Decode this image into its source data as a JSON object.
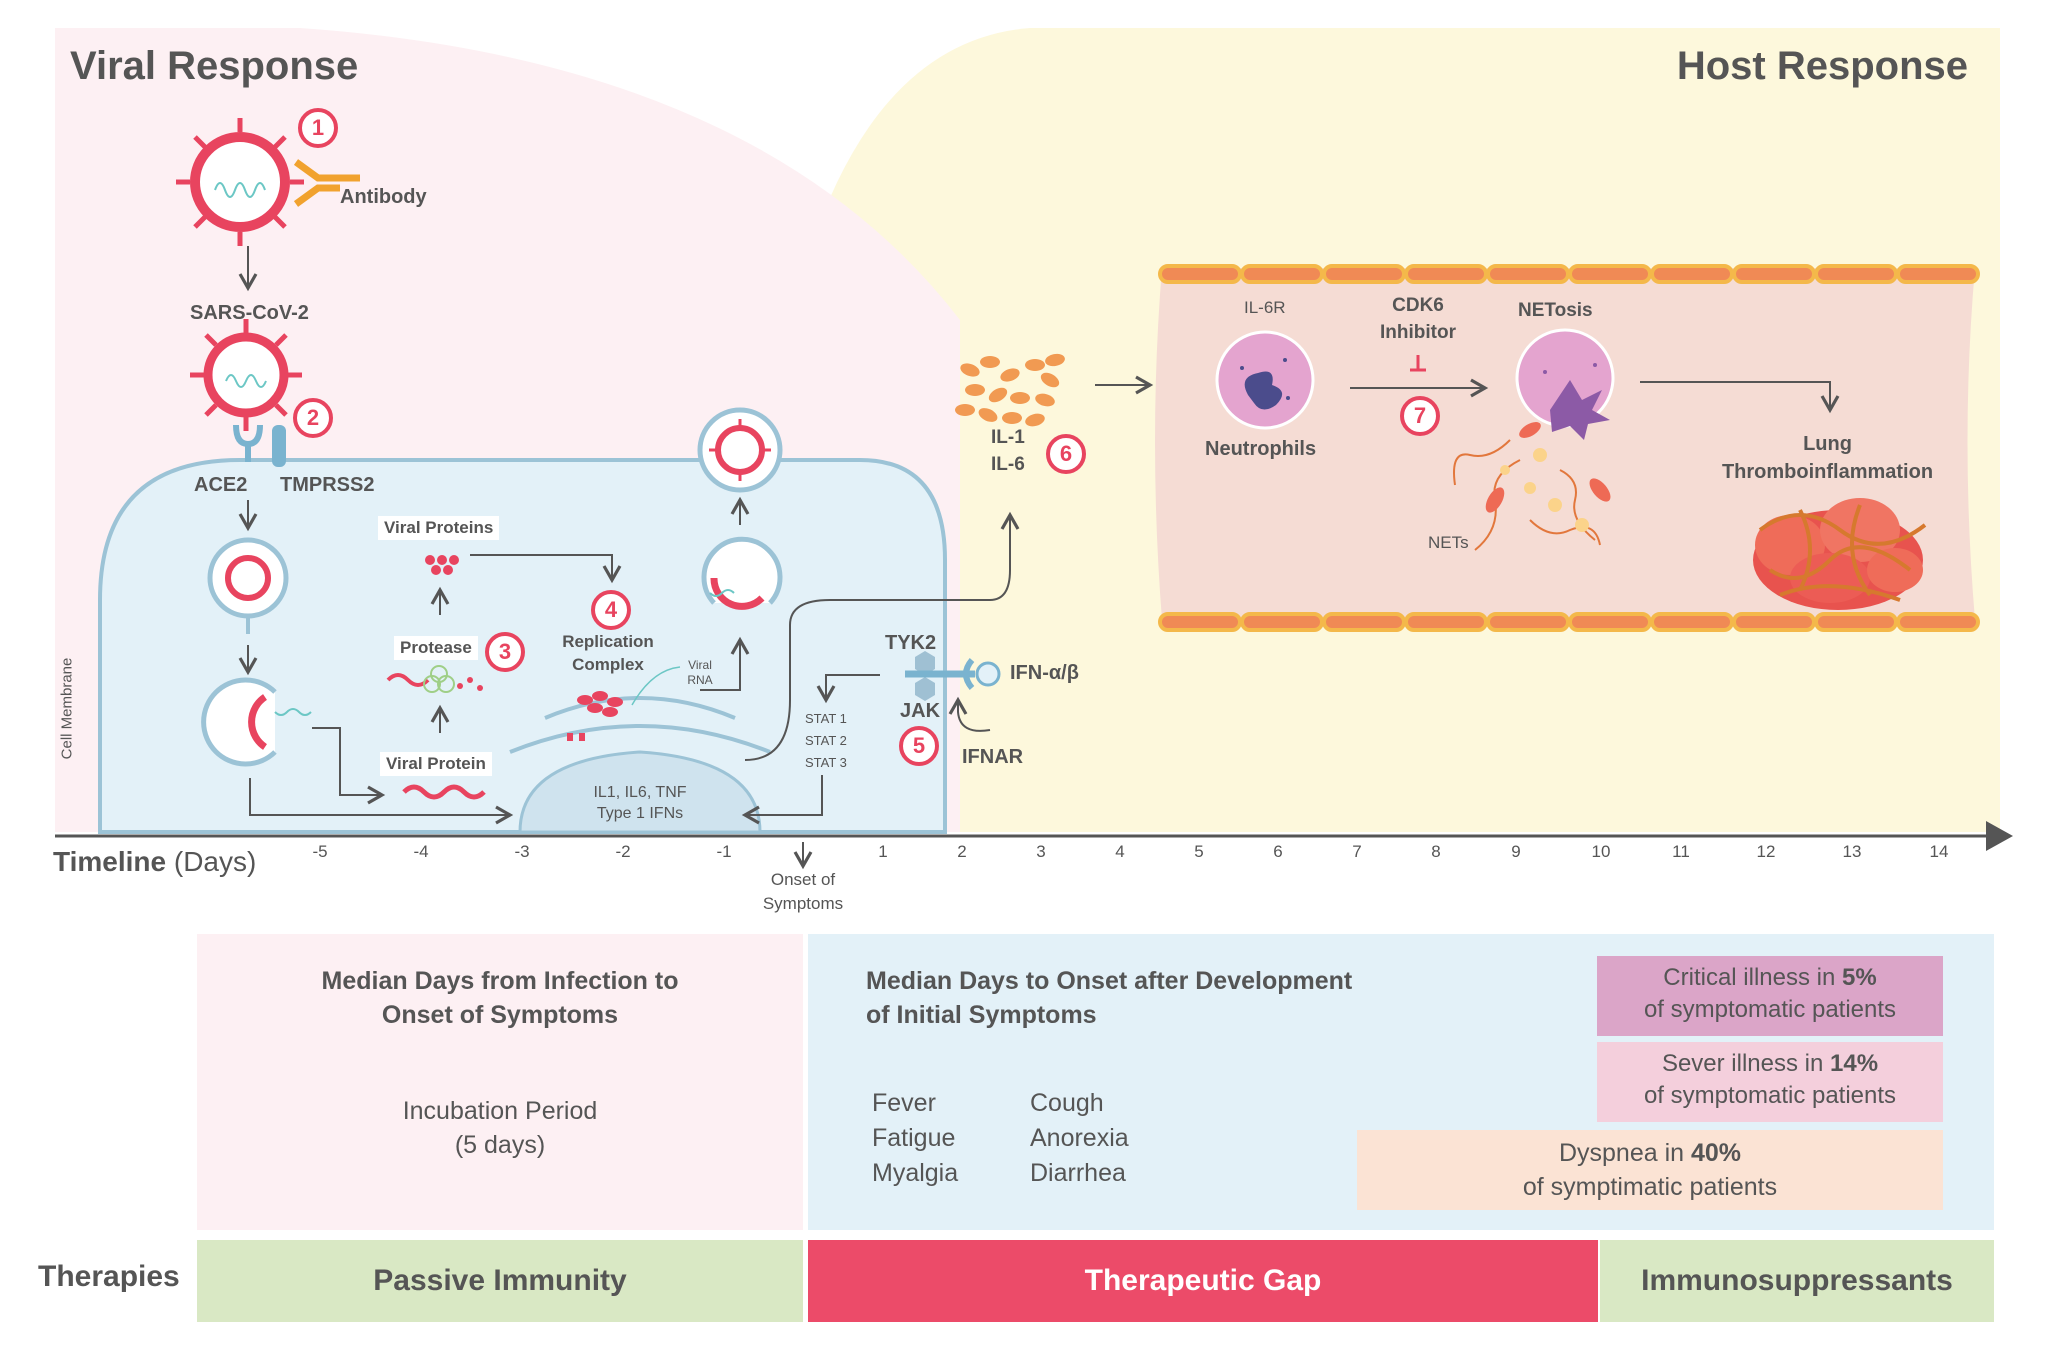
{
  "viral": {
    "title": "Viral Response",
    "antibody": "Antibody",
    "sars": "SARS-CoV-2",
    "ace2": "ACE2",
    "tmprss2": "TMPRSS2",
    "membrane": "Cell Membrane",
    "viral_proteins": "Viral Proteins",
    "protease": "Protease",
    "viral_protein": "Viral Protein",
    "replication_line1": "Replication",
    "replication_line2": "Complex",
    "viral_rna_1": "Viral",
    "viral_rna_2": "RNA",
    "nucleus_line1": "IL1, IL6, TNF",
    "nucleus_line2": "Type 1 IFNs",
    "tyk2": "TYK2",
    "jak": "JAK",
    "stat1": "STAT 1",
    "stat2": "STAT 2",
    "stat3": "STAT 3",
    "ifn": "IFN-α/β",
    "ifnar": "IFNAR",
    "il1": "IL-1",
    "il6": "IL-6"
  },
  "host": {
    "title": "Host Response",
    "il6r": "IL-6R",
    "neutrophils": "Neutrophils",
    "cdk6_line1": "CDK6",
    "cdk6_line2": "Inhibitor",
    "netosis": "NETosis",
    "nets": "NETs",
    "lung_line1": "Lung",
    "lung_line2": "Thromboinflammation"
  },
  "steps": [
    "1",
    "2",
    "3",
    "4",
    "5",
    "6",
    "7"
  ],
  "timeline": {
    "label_bold": "Timeline",
    "label_unit": " (Days)",
    "ticks": [
      "-5",
      "-4",
      "-3",
      "-2",
      "-1",
      "1",
      "2",
      "3",
      "4",
      "5",
      "6",
      "7",
      "8",
      "9",
      "10",
      "11",
      "12",
      "13",
      "14"
    ],
    "onset_line1": "Onset of",
    "onset_line2": "Symptoms"
  },
  "incubation": {
    "heading_line1": "Median Days from Infection to",
    "heading_line2": "Onset of Symptoms",
    "period_line1": "Incubation Period",
    "period_line2": "(5 days)"
  },
  "symptoms": {
    "heading_line1": "Median Days to Onset after Development",
    "heading_line2": "of Initial Symptoms",
    "col1": [
      "Fever",
      "Fatigue",
      "Myalgia"
    ],
    "col2": [
      "Cough",
      "Anorexia",
      "Diarrhea"
    ]
  },
  "severity": {
    "critical_pre": "Critical illness in ",
    "critical_pct": "5%",
    "critical_post": "of symptomatic patients",
    "severe_pre": "Sever illness in ",
    "severe_pct": "14%",
    "severe_post": "of symptomatic patients",
    "dyspnea_pre": "Dyspnea in ",
    "dyspnea_pct": "40%",
    "dyspnea_post": "of symptimatic patients"
  },
  "therapies": {
    "label": "Therapies",
    "passive": "Passive Immunity",
    "gap": "Therapeutic Gap",
    "immuno": "Immunosuppressants"
  },
  "colors": {
    "viral_bg": "#fdf0f3",
    "host_bg": "#fdf8dc",
    "cell_bg": "#e3f1f8",
    "cell_border": "#9cc3d6",
    "virus": "#e8445f",
    "accent_red": "#e8445f",
    "passive_green": "#d9e8c4",
    "gap_red": "#ec4b69",
    "critical": "#dba5c8",
    "severe": "#f4cfdc",
    "dyspnea": "#fbe3d4",
    "vessel": "#f5dcd4",
    "vessel_wall": "#f08a55"
  }
}
